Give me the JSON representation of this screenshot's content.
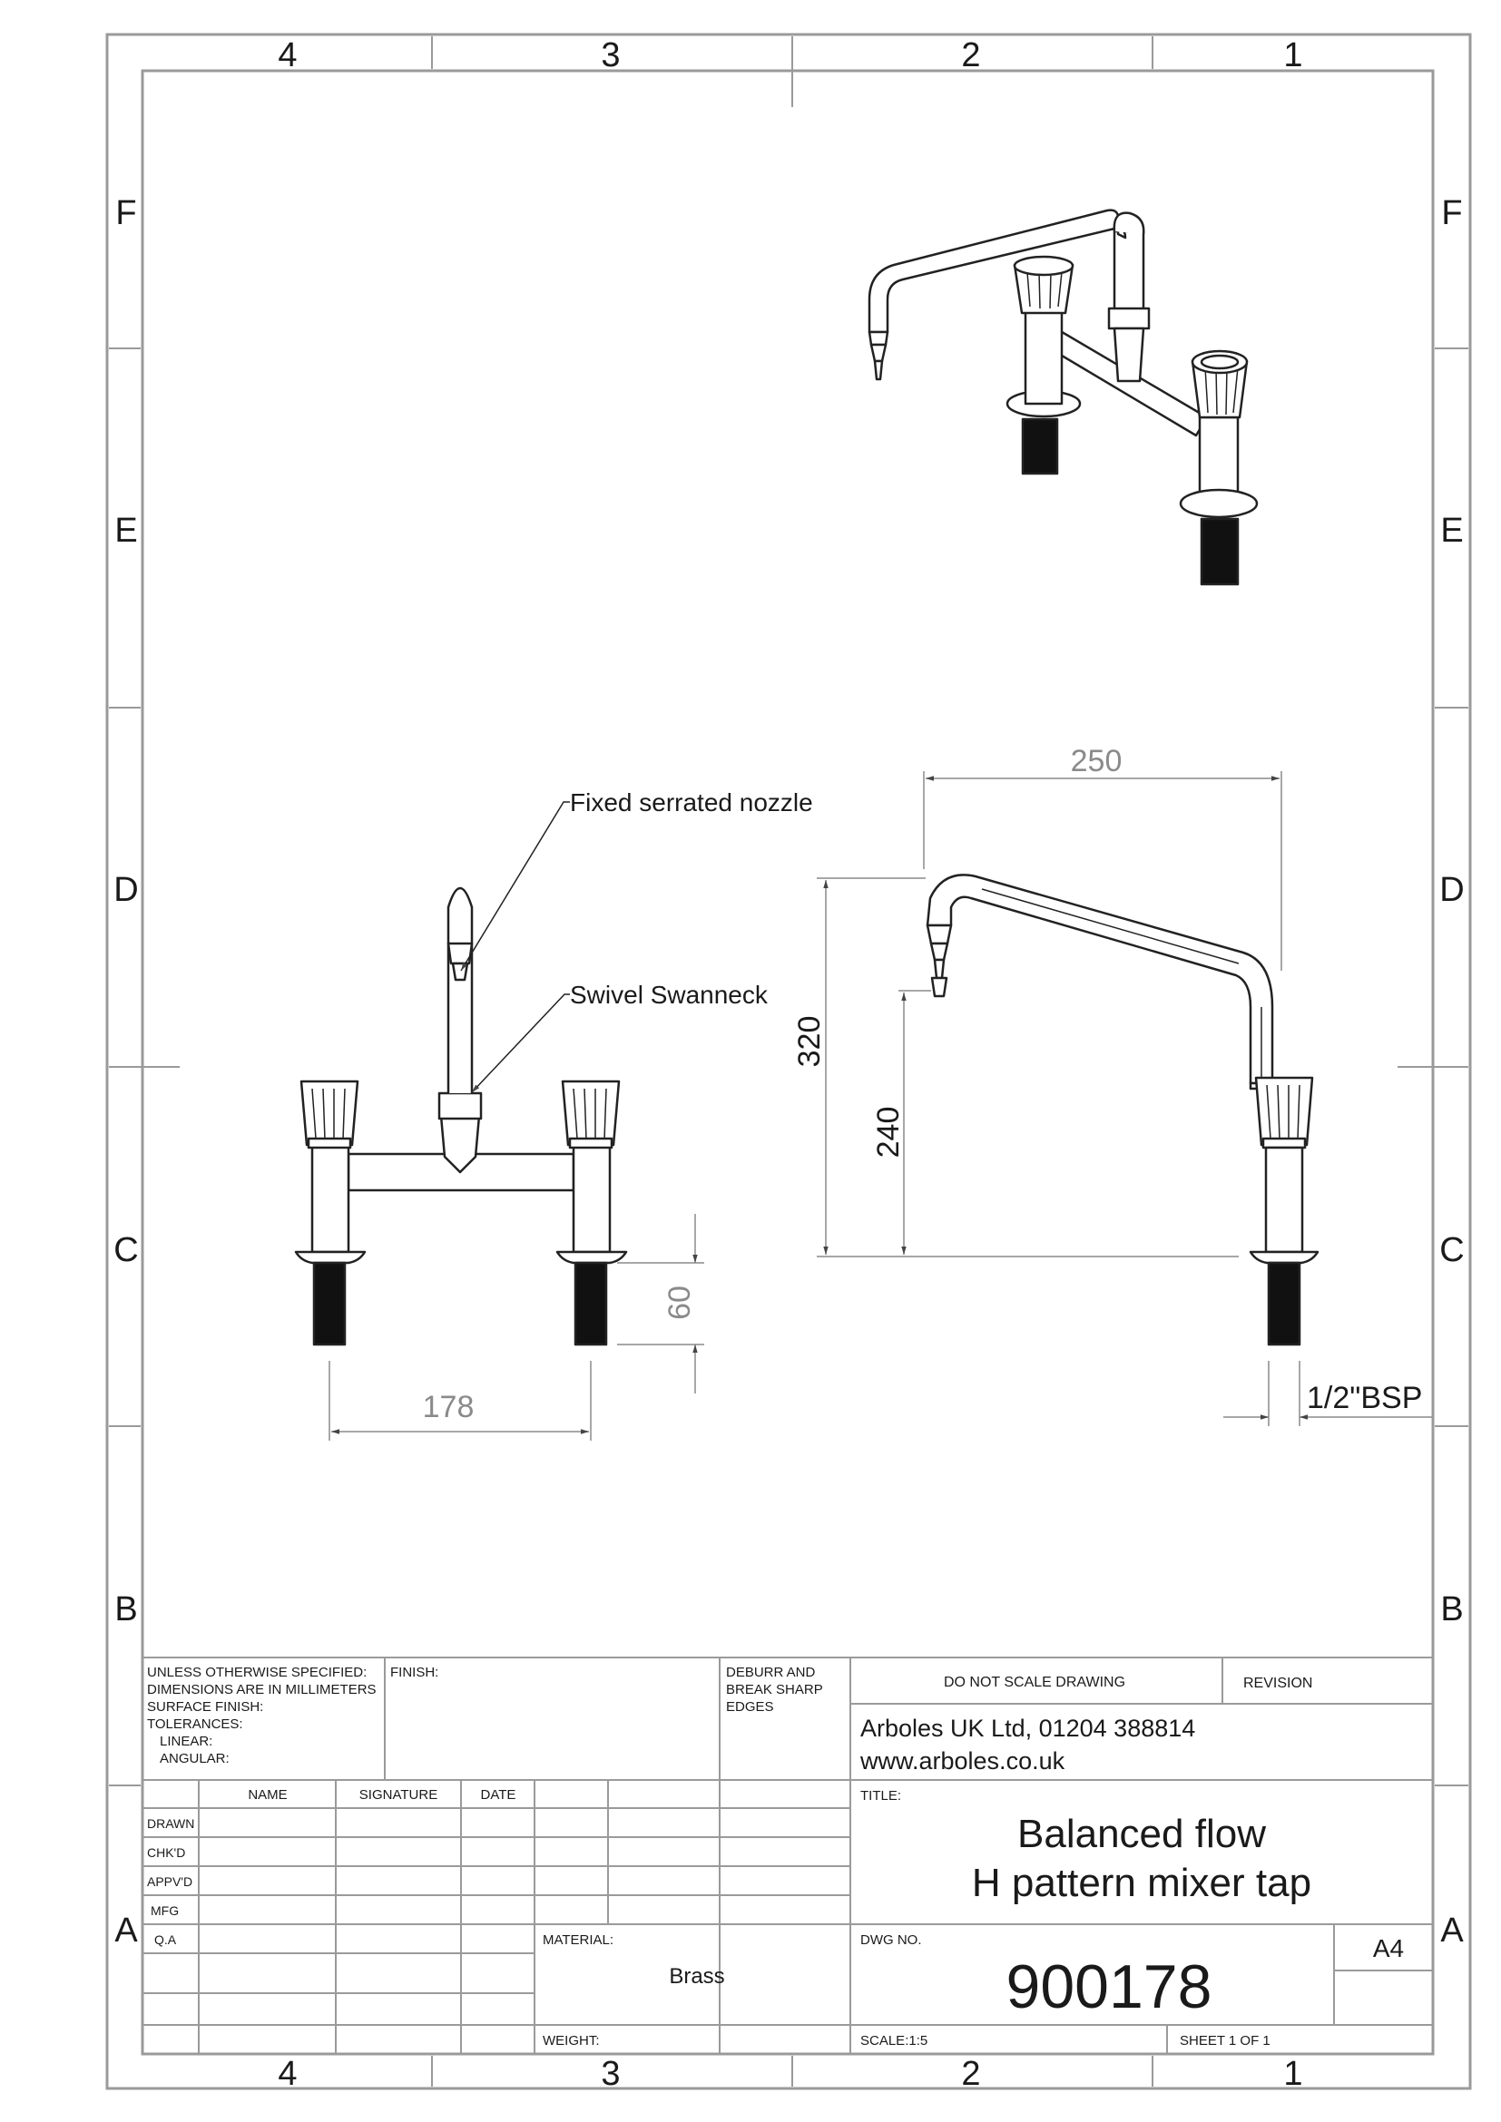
{
  "border": {
    "columns": [
      "4",
      "3",
      "2",
      "1"
    ],
    "rows": [
      "F",
      "E",
      "D",
      "C",
      "B",
      "A"
    ]
  },
  "annotations": {
    "nozzle": "Fixed serrated nozzle",
    "swanneck": "Swivel Swanneck"
  },
  "dimensions": {
    "reach": "250",
    "height_total": "320",
    "height_outlet": "240",
    "centres": "178",
    "tail_length": "60",
    "thread": "1/2\"BSP"
  },
  "title_block": {
    "notes": [
      "UNLESS OTHERWISE SPECIFIED:",
      "DIMENSIONS ARE IN MILLIMETERS",
      "SURFACE FINISH:",
      "TOLERANCES:",
      "LINEAR:",
      "ANGULAR:"
    ],
    "finish_label": "FINISH:",
    "deburr": [
      "DEBURR AND",
      "BREAK SHARP",
      "EDGES"
    ],
    "do_not_scale": "DO NOT SCALE DRAWING",
    "revision_label": "REVISION",
    "company_line1": "Arboles UK Ltd, 01204 388814",
    "company_line2": "www.arboles.co.uk",
    "headers": [
      "NAME",
      "SIGNATURE",
      "DATE"
    ],
    "roles": [
      "DRAWN",
      "CHK'D",
      "APPV'D",
      "MFG",
      "Q.A"
    ],
    "title_label": "TITLE:",
    "title_line1": "Balanced flow",
    "title_line2": "H pattern mixer tap",
    "material_label": "MATERIAL:",
    "material": "Brass",
    "weight_label": "WEIGHT:",
    "dwg_no_label": "DWG NO.",
    "dwg_no": "900178",
    "size": "A4",
    "scale": "SCALE:1:5",
    "sheet": "SHEET 1 OF 1"
  }
}
